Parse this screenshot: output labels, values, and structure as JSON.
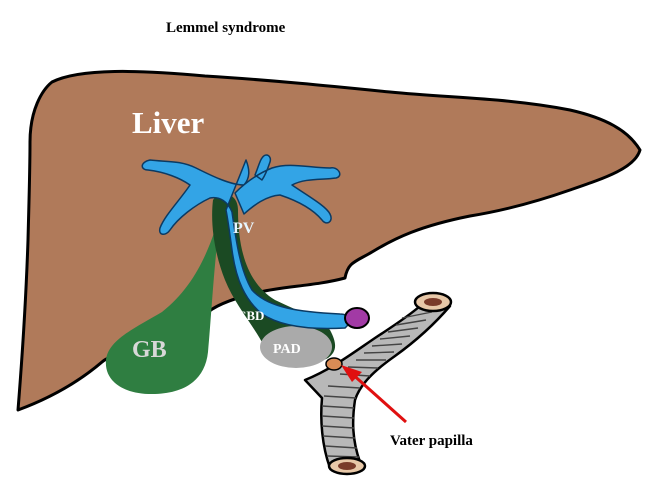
{
  "title": "Lemmel syndrome",
  "labels": {
    "liver": "Liver",
    "pv": "PV",
    "cbd": "CBD",
    "gb": "GB",
    "pad": "PAD",
    "vater": "Vater papilla"
  },
  "colors": {
    "liver": "#b07a5a",
    "portal_vein": "#33a4e6",
    "cbd": "#1b4a23",
    "gallbladder": "#2f7e41",
    "pad": "#aaaaaa",
    "duodenum": "#b8b8b8",
    "papilla": "#d98b55",
    "arrow": "#e01010",
    "vein_end": "#a23aa5"
  }
}
